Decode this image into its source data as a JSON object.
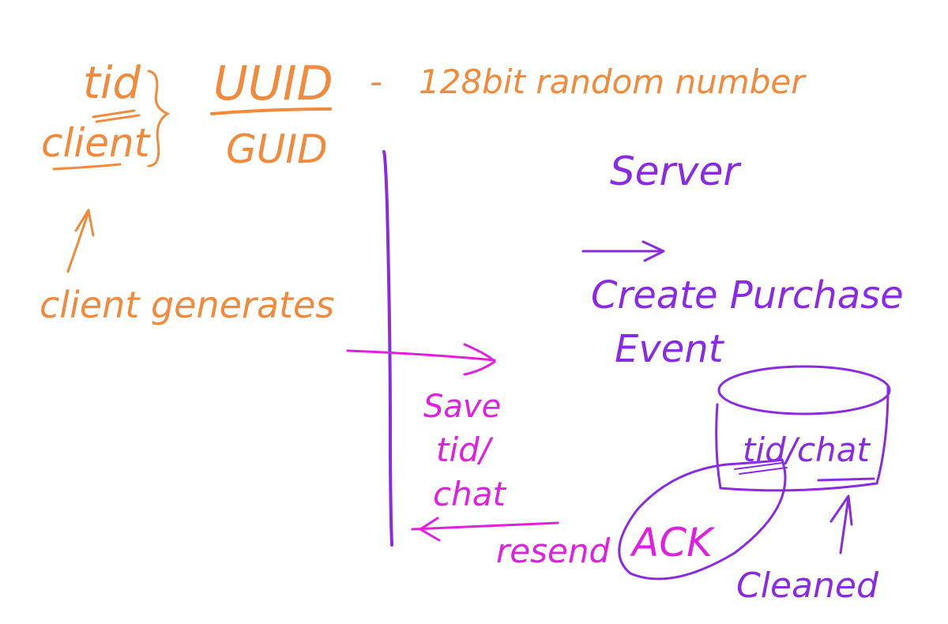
{
  "colors": {
    "orange": "#f08a3c",
    "purple": "#8a2be2",
    "magenta": "#e020e0"
  },
  "notes": {
    "tid": "tid",
    "client": "client",
    "uuid": "UUID",
    "guid": "GUID",
    "dash": "-",
    "random": "128bit random number",
    "client_generates": "client generates"
  },
  "server": {
    "title": "Server",
    "create_line1": "Create Purchase",
    "create_line2": "Event"
  },
  "flow": {
    "save_line1": "Save",
    "save_line2": "tid/",
    "save_line3": "chat",
    "resend": "resend"
  },
  "db": {
    "label": "tid/chat",
    "cleaned": "Cleaned"
  },
  "ack": {
    "label": "ACK"
  }
}
